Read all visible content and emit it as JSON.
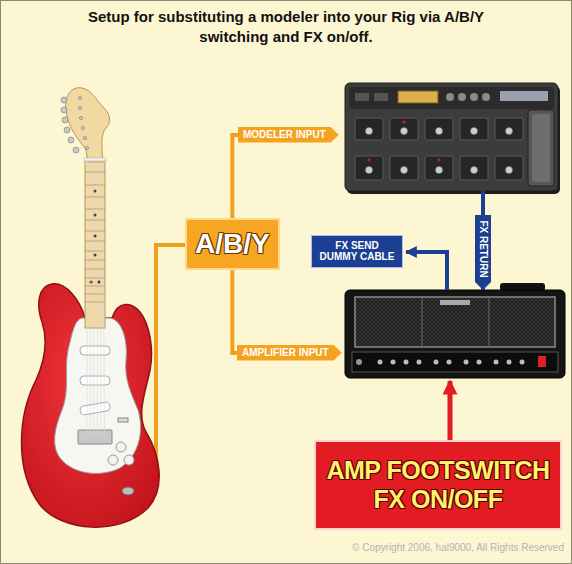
{
  "diagram": {
    "title": "Setup for substituting a modeler into your Rig via A/B/Y switching and FX on/off.",
    "nodes": [
      {
        "text": [
          "MODELER INPUT"
        ]
      },
      {
        "text": [
          "A/B/Y"
        ]
      },
      {
        "text": [
          "FX SEND DUMMY CABLE"
        ]
      },
      {
        "text": [
          "FX RETURN"
        ]
      },
      {
        "text": [
          "AMPLIFIER INPUT"
        ]
      },
      {
        "text": [
          "AMP FOOTSWITCH FX ON/OFF"
        ]
      }
    ],
    "edges": [
      {
        "from": 1,
        "to": 0,
        "arrow": "none"
      },
      {
        "from": 1,
        "to": 4,
        "arrow": "none"
      }
    ],
    "labels": [
      "© Copyright 2006, hal9000, All Rights Reserved"
    ]
  }
}
